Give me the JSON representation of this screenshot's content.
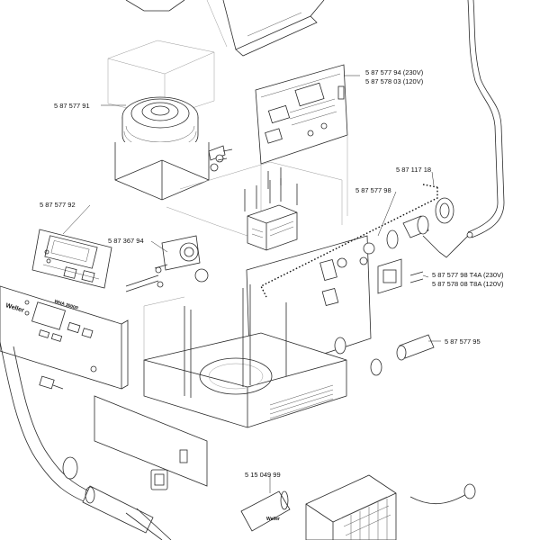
{
  "part_numbers": {
    "transformer_core": "5 87 577 91",
    "control_board": [
      "5 87 577 94 (230V)",
      "5 87 578 03 (120V)"
    ],
    "display_board": "5 87 577 92",
    "fan": "5 87 367 94",
    "cable_set": "5 87 117 18",
    "chassis": "5 87 577 98",
    "fuse_230": "5 87 577 98 T4A (230V)",
    "fuse_120": "5 87 578 08 T8A (120V)",
    "socket": "5 87 577 95",
    "pipe": "5 15 049 99"
  },
  "panel": {
    "brand": "Weller",
    "model": "WHA 3000P"
  },
  "colors": {
    "line": "#2a2a2a",
    "background": "#ffffff"
  }
}
